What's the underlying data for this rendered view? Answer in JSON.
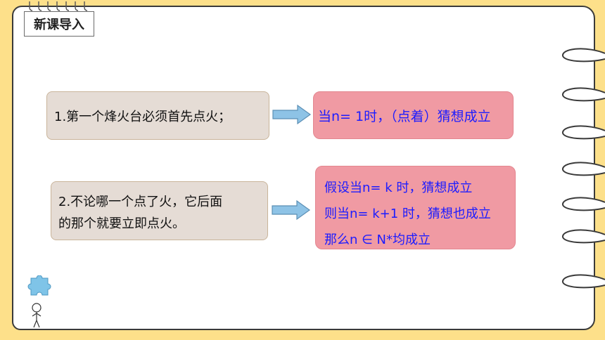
{
  "header": {
    "tag_label": "新课导入"
  },
  "left_cards": [
    {
      "line1": "1.第一个烽火台必须首先点火；"
    },
    {
      "line1": "2.不论哪一个点了火，它后面",
      "line2": "的那个就要立即点火。"
    }
  ],
  "right_cards": [
    {
      "line1": "当n= 1时，（点着）猜想成立"
    },
    {
      "line1": "假设当n= k 时，猜想成立",
      "line2": "则当n= k+1 时，猜想也成立",
      "line3": "那么n ∈ N*均成立"
    }
  ],
  "colors": {
    "background": "#fde08a",
    "pink_box": "#f09aa3",
    "text_blue": "#1c1cff",
    "beige_box": "#e5dcd5",
    "arrow": "#8ec3e6"
  },
  "icons": [
    "spiral-rings-icon",
    "binder-hook-icon",
    "arrow-right-icon",
    "puzzle-person-icon"
  ]
}
